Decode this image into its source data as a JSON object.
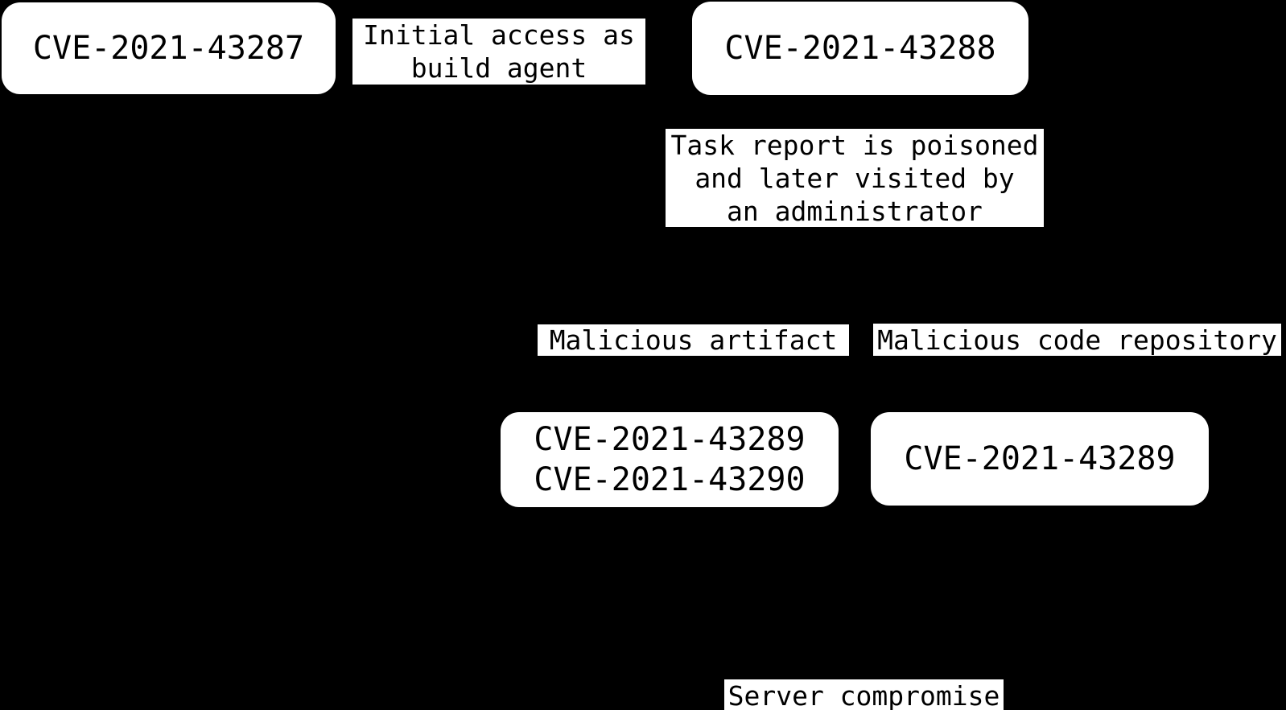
{
  "diagram": {
    "type": "attack-flow",
    "colors": {
      "background": "#000000",
      "node_fill": "#ffffff",
      "node_text": "#000000",
      "edge_label_bg": "#ffffff",
      "edge_label_text": "#000000"
    },
    "nodes": [
      {
        "id": "A",
        "lines": [
          "CVE-2021-43287"
        ]
      },
      {
        "id": "B",
        "lines": [
          "CVE-2021-43288"
        ]
      },
      {
        "id": "C",
        "lines": [
          "CVE-2021-43289",
          "CVE-2021-43290"
        ]
      },
      {
        "id": "D",
        "lines": [
          "CVE-2021-43289"
        ]
      }
    ],
    "edge_labels": [
      {
        "id": "initial-access",
        "lines": [
          "Initial access as",
          "build agent"
        ]
      },
      {
        "id": "task-report",
        "lines": [
          "Task report is poisoned",
          "and later visited by",
          "an administrator"
        ]
      },
      {
        "id": "artifact",
        "lines": [
          "Malicious artifact"
        ]
      },
      {
        "id": "repo",
        "lines": [
          "Malicious code repository"
        ]
      },
      {
        "id": "server",
        "lines": [
          "Server compromise"
        ]
      }
    ]
  }
}
